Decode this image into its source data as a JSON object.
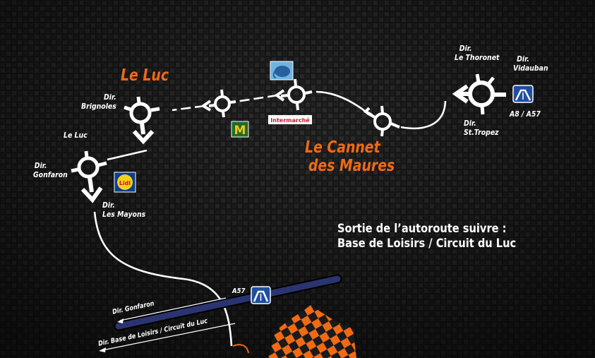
{
  "towns": {
    "le_luc": "Le Luc",
    "le_cannet_line1": "Le Cannet",
    "le_cannet_line2": "des Maures"
  },
  "directions": {
    "brignoles": [
      "Dir.",
      "Brignoles"
    ],
    "le_luc": "Le Luc",
    "gonfaron": [
      "Dir.",
      "Gonfaron"
    ],
    "les_mayons": [
      "Dir.",
      "Les Mayons"
    ],
    "le_thoronet": [
      "Dir.",
      "Le Thoronet"
    ],
    "vidauban": [
      "Dir.",
      "Vidauban"
    ],
    "st_tropez": [
      "Dir.",
      "St.Tropez"
    ]
  },
  "highway": {
    "a8_a57": "A8 / A57",
    "a57": "A57",
    "dir_gonfaron": "Dir. Gonfaron",
    "dir_base": "Dir. Base de Loisirs / Circuit du Luc"
  },
  "brands": {
    "lidl": "Lidl",
    "intermarche": "Intermarché",
    "mcdonalds": "M"
  },
  "info": {
    "line1": "Sortie de l’autoroute suivre :",
    "line2": "Base de Loisirs / Circuit du Luc"
  },
  "colors": {
    "town": "#f06a14",
    "road": "#ffffff",
    "highway": "#2a3470",
    "motorway_sign": "#1f4fa0",
    "flag": "#f06a14"
  }
}
